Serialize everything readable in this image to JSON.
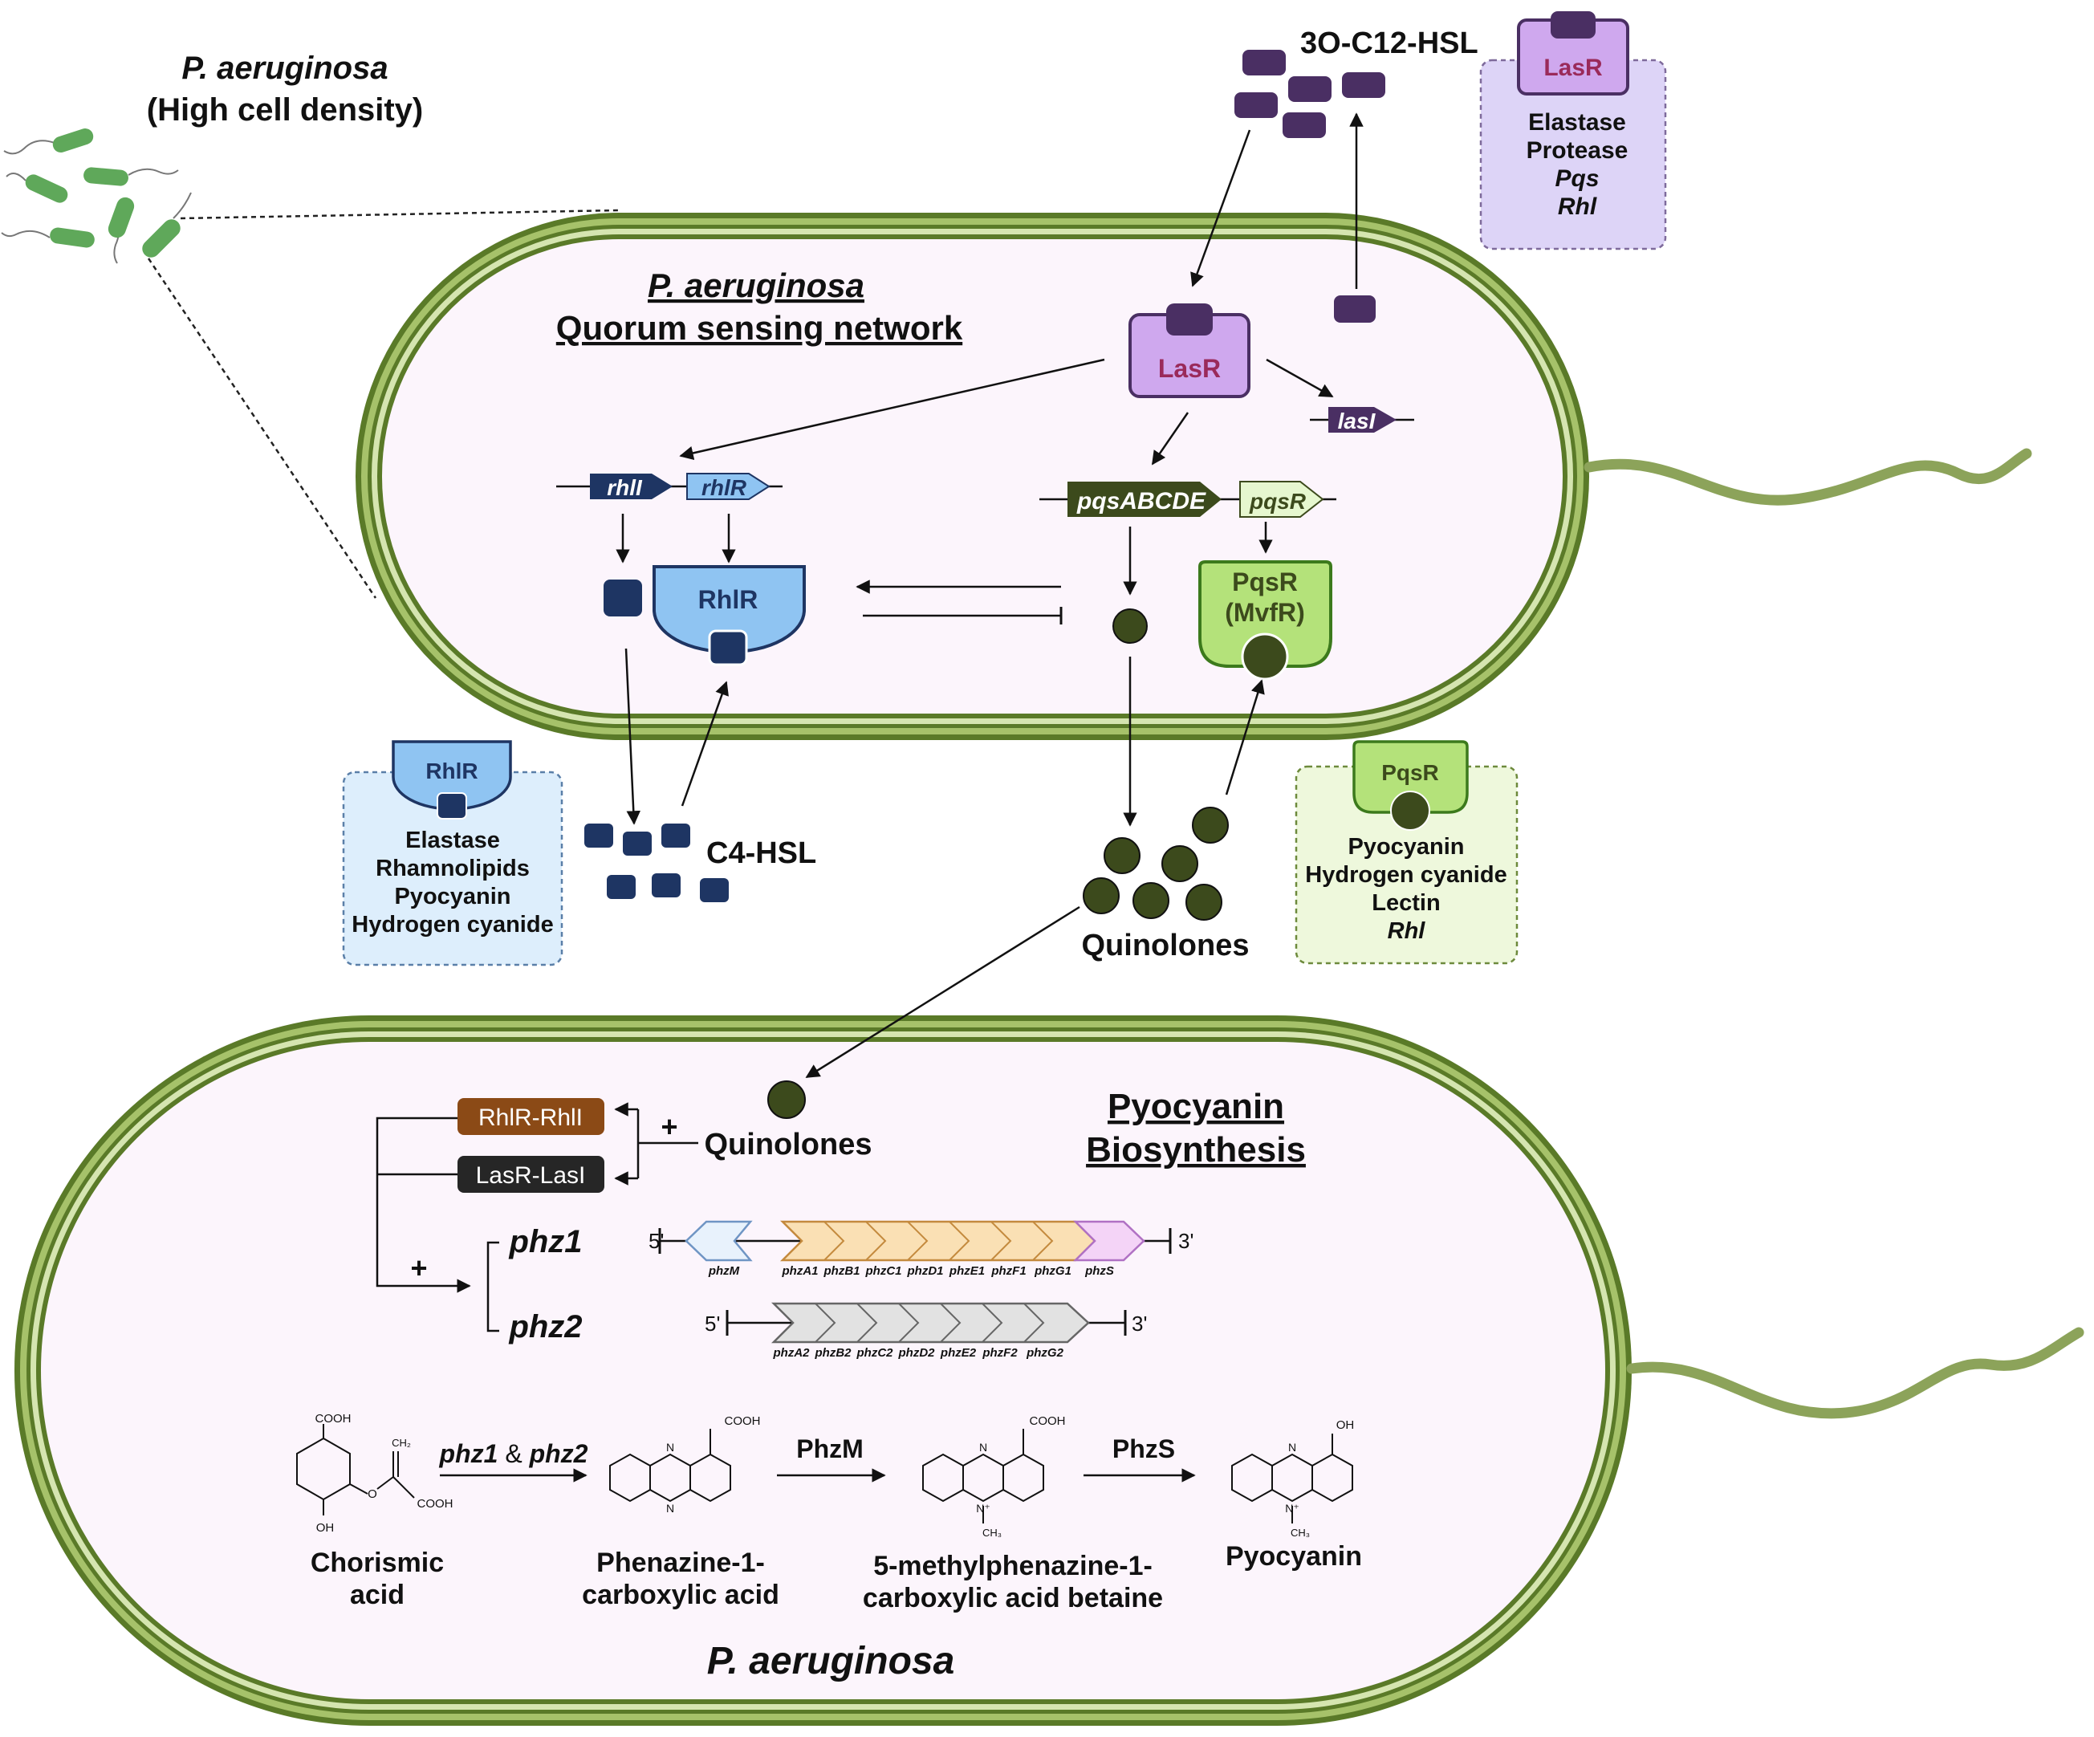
{
  "intro": {
    "title_species": "P. aeruginosa",
    "title_condition": "(High cell density)"
  },
  "cell_top": {
    "title_species": "P. aeruginosa",
    "title_network": "Quorum sensing network",
    "lasr": "LasR",
    "lasi": "lasI",
    "rhli": "rhlI",
    "rhlr_gene": "rhlR",
    "rhlr": "RhlR",
    "pqsabcde": "pqsABCDE",
    "pqsr_gene": "pqsR",
    "pqsr_line1": "PqsR",
    "pqsr_line2": "(MvfR)"
  },
  "signals": {
    "oc12": "3O-C12-HSL",
    "c4": "C4-HSL",
    "quinolones": "Quinolones"
  },
  "boxes": {
    "lasr": {
      "title": "LasR",
      "items": [
        "Elastase",
        "Protease",
        "Pqs",
        "Rhl"
      ]
    },
    "rhlr": {
      "title": "RhlR",
      "items": [
        "Elastase",
        "Rhamnolipids",
        "Pyocyanin",
        "Hydrogen cyanide"
      ]
    },
    "pqsr": {
      "title": "PqsR",
      "items": [
        "Pyocyanin",
        "Hydrogen cyanide",
        "Lectin",
        "Rhl"
      ]
    }
  },
  "cell_bottom": {
    "quinolones": "Quinolones",
    "plus": "+",
    "rhlr_rhli": "RhlR-RhlI",
    "lasr_lasi": "LasR-LasI",
    "phz1": "phz1",
    "phz2": "phz2",
    "heading1": "Pyocyanin",
    "heading2": "Biosynthesis",
    "five_prime": "5'",
    "three_prime": "3'",
    "op1_genes": [
      "phzM",
      "phzA1",
      "phzB1",
      "phzC1",
      "phzD1",
      "phzE1",
      "phzF1",
      "phzG1",
      "phzS"
    ],
    "op2_genes": [
      "phzA2",
      "phzB2",
      "phzC2",
      "phzD2",
      "phzE2",
      "phzF2",
      "phzG2"
    ],
    "pathway": {
      "step1_a": "phz1",
      "step1_amp": " & ",
      "step1_b": "phz2",
      "step2": "PhzM",
      "step3": "PhzS",
      "chorismic": [
        "Chorismic",
        "acid"
      ],
      "pca": [
        "Phenazine-1-",
        "carboxylic acid"
      ],
      "mpca": [
        "5-methylphenazine-1-",
        "carboxylic acid betaine"
      ],
      "pyocyanin": "Pyocyanin"
    },
    "chem": {
      "cooh": "COOH",
      "oh": "OH",
      "o": "O",
      "ch2": "CH₂",
      "ch3": "CH₃",
      "n": "N",
      "nplus": "N⁺"
    },
    "species": "P. aeruginosa"
  },
  "colors": {
    "cell_green": "#5a7a28",
    "cell_light": "#a6c26a",
    "cell_fill": "#fcf5fc",
    "las_purple": "#4a2f63",
    "lasr_fill": "#cfa8ee",
    "rhl_navy": "#1e3563",
    "rhlr_fill": "#8fc4f2",
    "pqs_green": "#3c4a1c",
    "pqsr_fill": "#b4e27a",
    "bacteria": "#5fa85a"
  }
}
